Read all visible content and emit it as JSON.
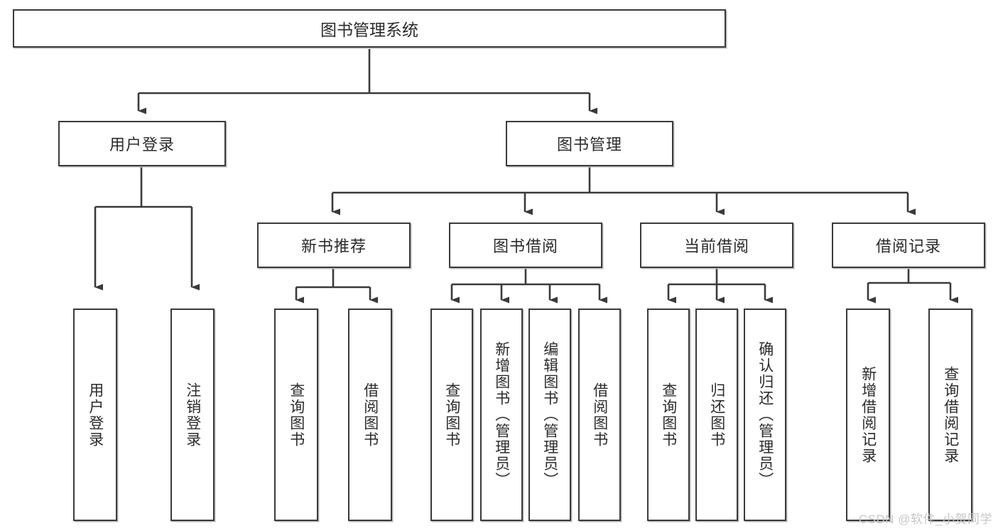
{
  "diagram": {
    "title": "图书管理系统",
    "watermark": "CSDN @软件_小贺同学",
    "level2": [
      {
        "label": "用户登录"
      },
      {
        "label": "图书管理"
      }
    ],
    "level3": [
      {
        "label": "新书推荐"
      },
      {
        "label": "图书借阅"
      },
      {
        "label": "当前借阅"
      },
      {
        "label": "借阅记录"
      }
    ],
    "leaves": {
      "user_login": [
        {
          "label": "用户登录"
        },
        {
          "label": "注销登录"
        }
      ],
      "new_book": [
        {
          "label": "查询图书"
        },
        {
          "label": "借阅图书"
        }
      ],
      "book_borrow": [
        {
          "label": "查询图书"
        },
        {
          "label": "新增图书（管理员）"
        },
        {
          "label": "编辑图书（管理员）"
        },
        {
          "label": "借阅图书"
        }
      ],
      "current_borrow": [
        {
          "label": "查询图书"
        },
        {
          "label": "归还图书"
        },
        {
          "label": "确认归还（管理员）"
        }
      ],
      "borrow_record": [
        {
          "label": "新增借阅记录"
        },
        {
          "label": "查询借阅记录"
        }
      ]
    },
    "colors": {
      "border": "#3a3a3a",
      "shadow": "#b8b8b8",
      "text": "#2b2b2b",
      "watermark": "#c6c6c6",
      "background": "#ffffff"
    }
  }
}
